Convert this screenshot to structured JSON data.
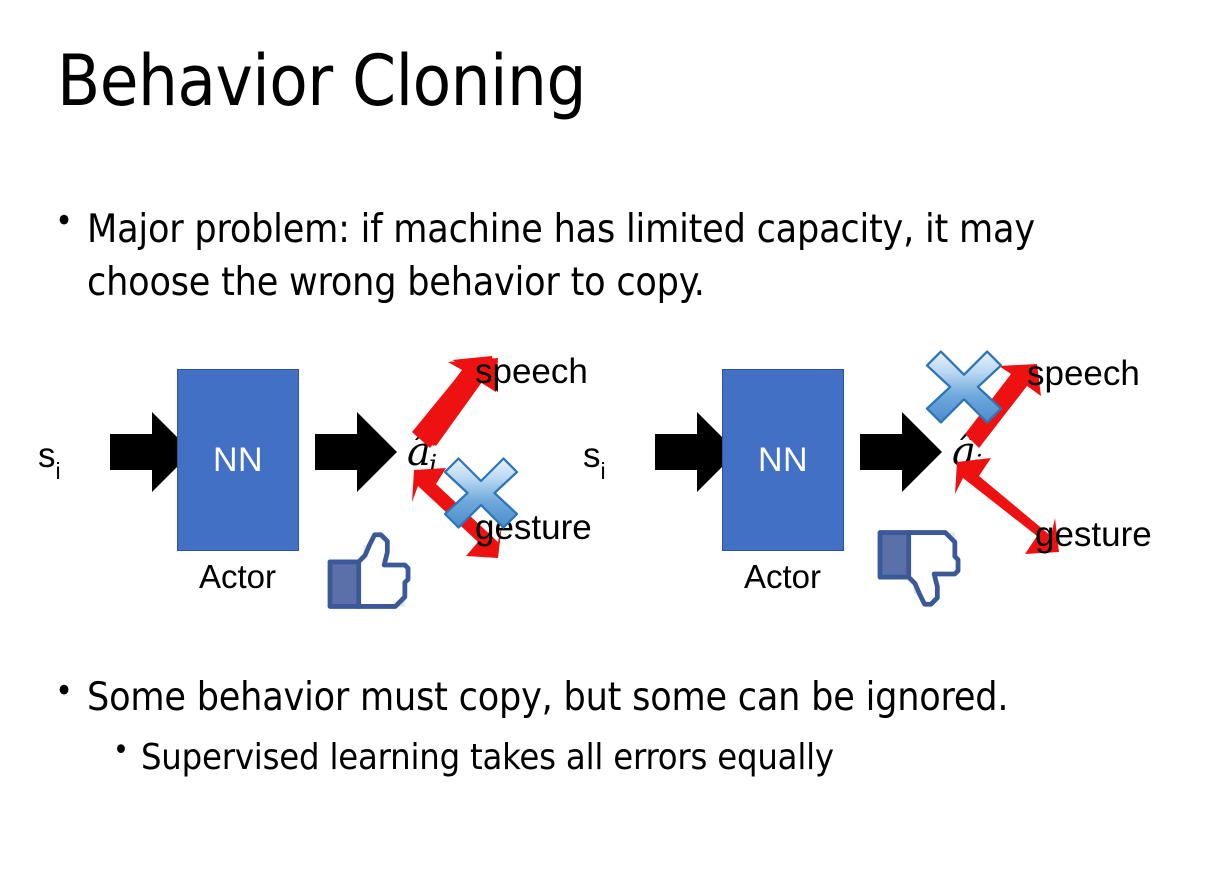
{
  "slide": {
    "title": "Behavior Cloning",
    "background_color": "#FFFFFF",
    "text_color": "#000000"
  },
  "bullets": {
    "top": {
      "marker": "•",
      "text": "Major problem: if machine has limited capacity, it may choose the wrong behavior to copy."
    },
    "bottom_primary": {
      "marker": "•",
      "text": "Some behavior must copy, but some can be ignored."
    },
    "bottom_secondary": {
      "marker": "•",
      "text": "Supervised learning takes all errors equally"
    }
  },
  "colors": {
    "nn_box_fill": "#4170C4",
    "nn_box_border": "#2F5597",
    "nn_box_text": "#FFFFFF",
    "red_arrow": "#EE1111",
    "blue_x_light": "#CFE4F7",
    "blue_x_mid": "#5B9BD5",
    "blue_x_outline": "#2E75B6",
    "hand_outline": "#3B5998",
    "hand_cuff": "#5B6FA8",
    "hand_fill": "#FFFFFF",
    "hand_shade": "#E4E7EE",
    "black_arrow": "#000000"
  },
  "diagrams": [
    {
      "id": "left",
      "input_label": "s",
      "input_subscript": "i",
      "box_label": "NN",
      "box_caption": "Actor",
      "output_label": "â",
      "output_subscript": "i",
      "branches": [
        {
          "name": "speech",
          "label": "speech",
          "position": "upper",
          "crossed_out": false
        },
        {
          "name": "gesture",
          "label": "gesture",
          "position": "lower",
          "crossed_out": true
        }
      ],
      "verdict_icon": "thumbs-up",
      "verdict": "positive"
    },
    {
      "id": "right",
      "input_label": "s",
      "input_subscript": "i",
      "box_label": "NN",
      "box_caption": "Actor",
      "output_label": "â",
      "output_subscript": "i",
      "branches": [
        {
          "name": "speech",
          "label": "speech",
          "position": "upper",
          "crossed_out": true
        },
        {
          "name": "gesture",
          "label": "gesture",
          "position": "lower",
          "crossed_out": false
        }
      ],
      "verdict_icon": "thumbs-down",
      "verdict": "negative"
    }
  ]
}
